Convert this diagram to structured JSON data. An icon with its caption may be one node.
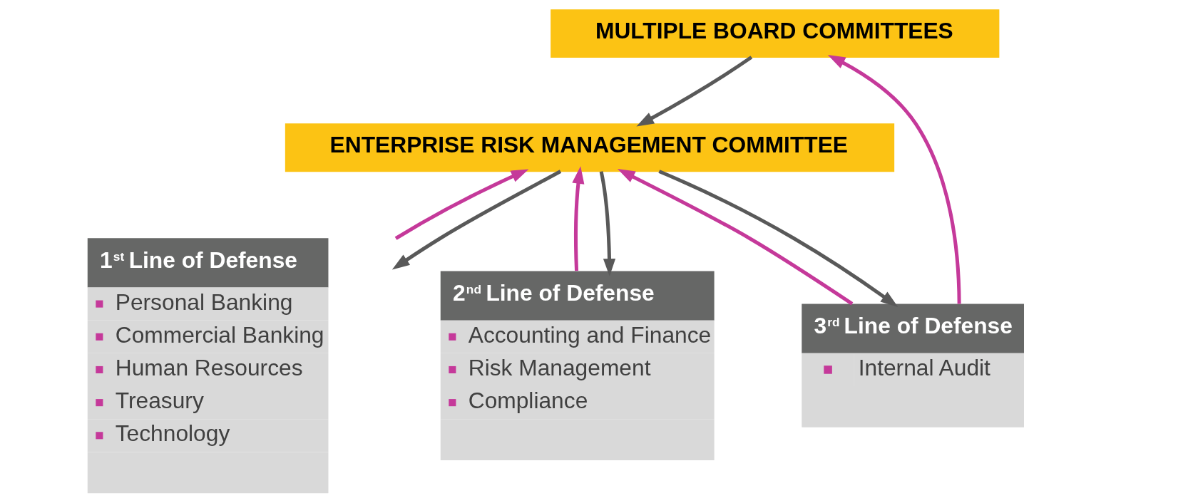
{
  "diagram": {
    "nodes": [
      {
        "text": [
          "MULTIPLE BOARD COMMITTEES"
        ]
      },
      {
        "text": [
          "ENTERPRISE RISK MANAGEMENT COMMITTEE"
        ]
      },
      {
        "text": [
          "1$^{st}$ Line of Defense",
          "Personal Banking",
          "Commercial Banking",
          "Human Resources",
          "Treasury",
          "Technology"
        ]
      },
      {
        "text": [
          "2$^{nd}$ Line of Defense",
          "Accounting and Finance",
          "Risk Management",
          "Compliance"
        ]
      },
      {
        "text": [
          "3$^{rd}$ Line of Defense",
          "Internal Audit"
        ]
      }
    ],
    "edges": [
      {
        "from": 0,
        "to": 1,
        "arrow": "to",
        "color": "#595959"
      },
      {
        "from": 2,
        "to": 1,
        "arrow": "to",
        "color": "#c5399a"
      },
      {
        "from": 3,
        "to": 1,
        "arrow": "to",
        "color": "#c5399a"
      },
      {
        "from": 4,
        "to": 1,
        "arrow": "to",
        "color": "#c5399a"
      },
      {
        "from": 4,
        "to": 0,
        "arrow": "to",
        "color": "#c5399a"
      },
      {
        "from": 1,
        "to": 2,
        "arrow": "to",
        "color": "#595959"
      },
      {
        "from": 1,
        "to": 3,
        "arrow": "to",
        "color": "#595959"
      },
      {
        "from": 1,
        "to": 4,
        "arrow": "to",
        "color": "#595959"
      }
    ]
  }
}
